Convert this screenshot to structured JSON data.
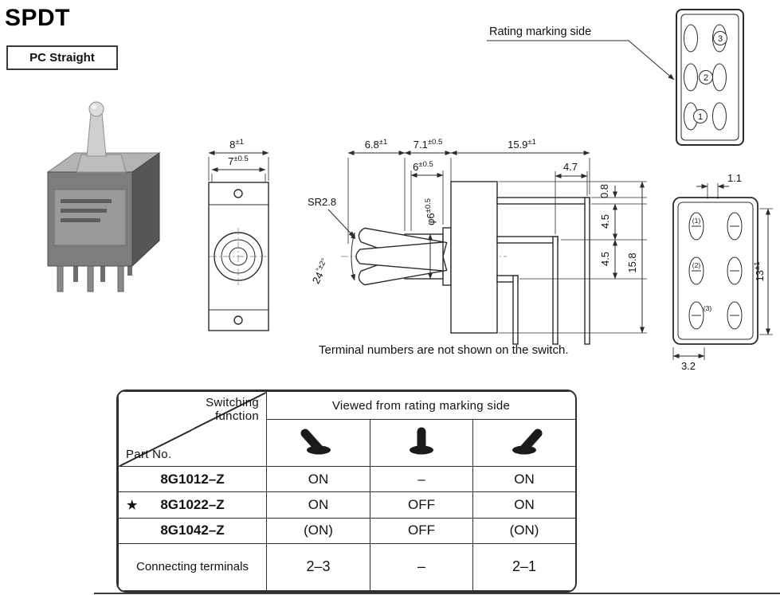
{
  "page": {
    "title": "SPDT",
    "mount_type": "PC Straight",
    "rating_marking_label": "Rating marking side",
    "note": "Terminal numbers are not shown on the switch."
  },
  "front_view": {
    "width": {
      "v": "8",
      "tol": "±1"
    },
    "width_inner": {
      "v": "7",
      "tol": "±0.5"
    }
  },
  "side_view": {
    "lever_to_bushing": {
      "v": "6.8",
      "tol": "±1"
    },
    "bushing_length": {
      "v": "7.1",
      "tol": "±0.5"
    },
    "body_length": {
      "v": "15.9",
      "tol": "±1"
    },
    "pin_spacing": "4.7",
    "bushing_flat": {
      "v": "6",
      "tol": "±0.5"
    },
    "bushing_dia": {
      "v": "φ6",
      "tol": "±0.5"
    },
    "lever_tip_radius": "SR2.8",
    "throw_angle": {
      "v": "24",
      "tol": "°±2°"
    },
    "terminal_thickness": "0.8",
    "terminal_pitch_a": "4.5",
    "terminal_pitch_b": "4.5",
    "body_height": "15.8"
  },
  "rating_view": {
    "terminal_top": "3",
    "terminal_mid": "2",
    "terminal_bottom": "1"
  },
  "bottom_view": {
    "dim_top": "1.1",
    "dim_right": {
      "v": "13",
      "tol": "±1"
    },
    "dim_bottom": "3.2",
    "labels": [
      "(1)",
      "(2)",
      "(3)"
    ]
  },
  "table": {
    "corner_top": "Switching function",
    "corner_bottom": "Part No.",
    "header": "Viewed from rating marking side",
    "star_glyph": "★",
    "positions": [
      "lever-left",
      "lever-up",
      "lever-right"
    ],
    "rows": [
      {
        "part": "8G1012–Z",
        "cells": [
          "ON",
          "–",
          "ON"
        ]
      },
      {
        "part": "8G1022–Z",
        "cells": [
          "ON",
          "OFF",
          "ON"
        ]
      },
      {
        "part": "8G1042–Z",
        "cells": [
          "(ON)",
          "OFF",
          "(ON)"
        ]
      }
    ],
    "footer": {
      "label": "Connecting terminals",
      "cells": [
        "2–3",
        "–",
        "2–1"
      ]
    }
  }
}
